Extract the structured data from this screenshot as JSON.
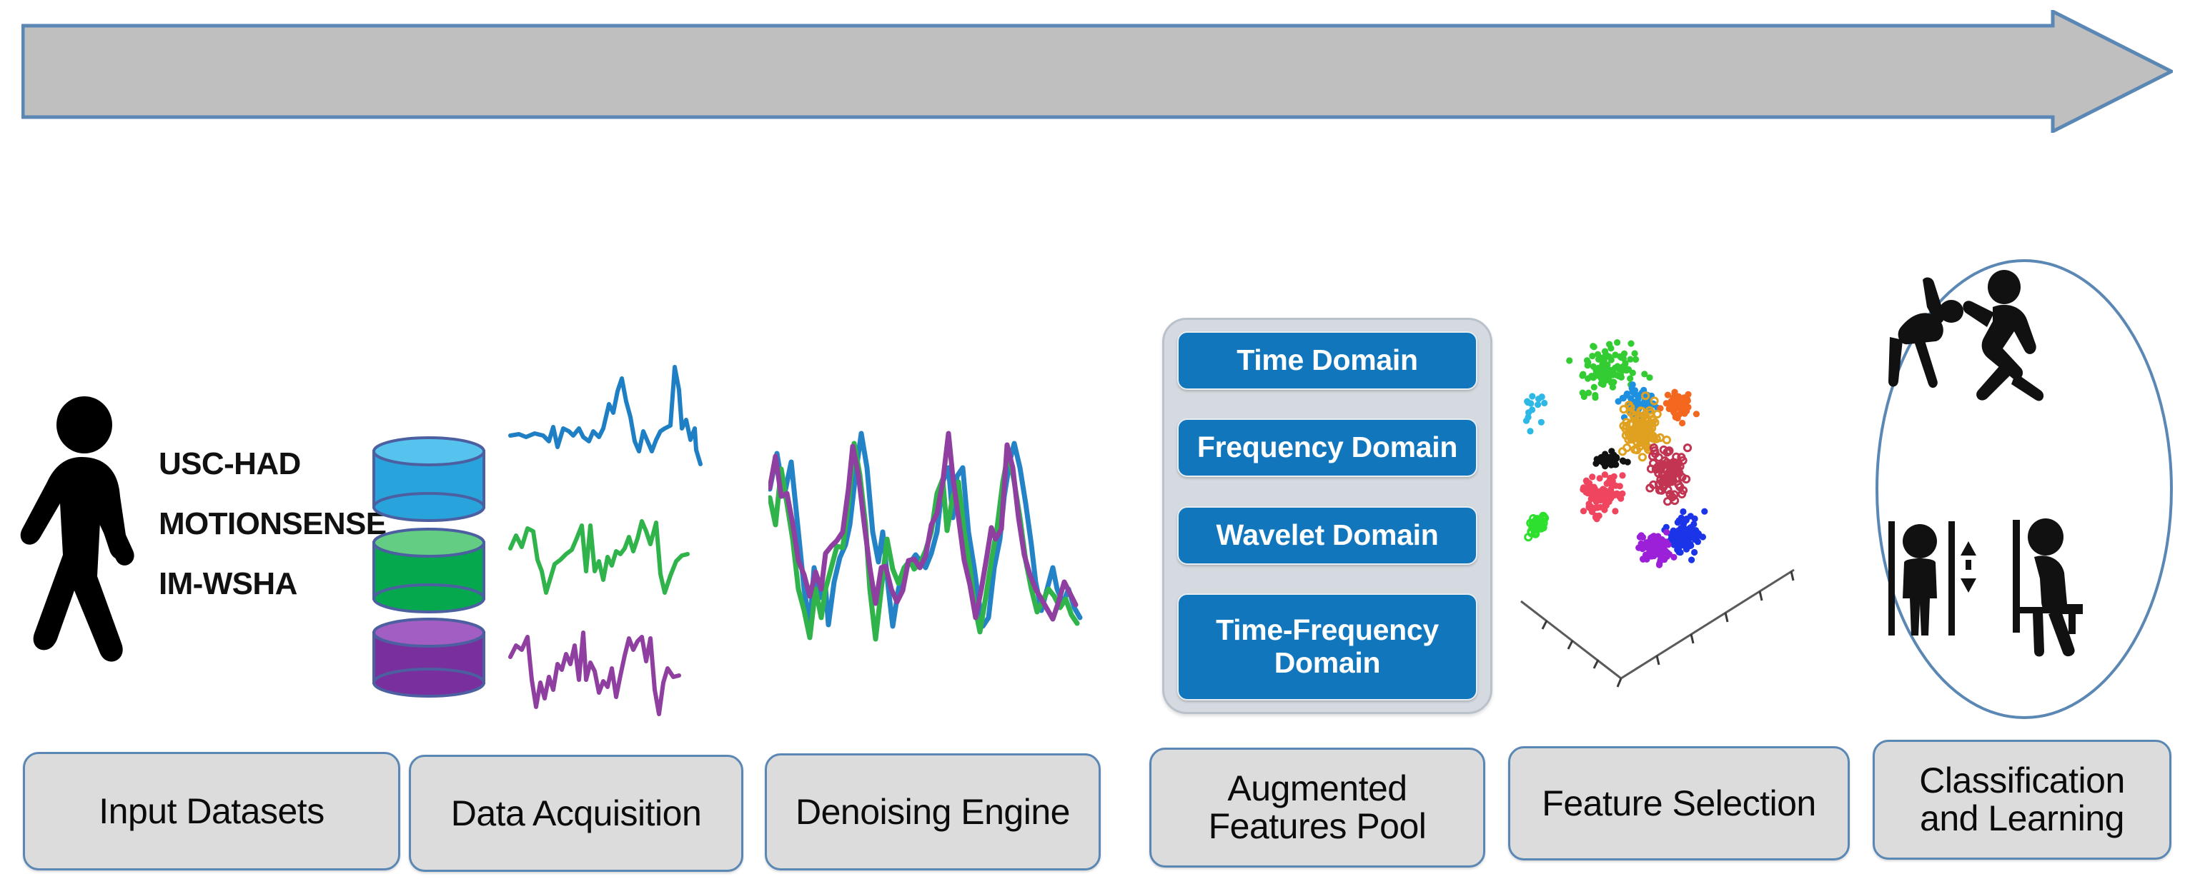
{
  "diagram": {
    "title_flow_arrow": "pipeline-flow-arrow",
    "arrow_fill": "#bfbfbf",
    "arrow_border": "#5b87b4"
  },
  "stages": [
    {
      "id": "input-datasets",
      "caption": "Input Datasets"
    },
    {
      "id": "data-acquisition",
      "caption": "Data Acquisition"
    },
    {
      "id": "denoising-engine",
      "caption": "Denoising Engine"
    },
    {
      "id": "augmented-features",
      "caption_line1": "Augmented",
      "caption_line2": "Features Pool"
    },
    {
      "id": "feature-selection",
      "caption": "Feature Selection"
    },
    {
      "id": "classification",
      "caption_line1": "Classification",
      "caption_line2": "and Learning"
    }
  ],
  "input_datasets": {
    "person_icon": "walking-person-icon",
    "datasets": [
      "USC-HAD",
      "MOTIONSENSE",
      "IM-WSHA"
    ]
  },
  "data_acquisition": {
    "databases": [
      {
        "name": "database-cylinder-blue",
        "color": "#29a3dc",
        "top_color": "#56c3ef"
      },
      {
        "name": "database-cylinder-green",
        "color": "#06a84e",
        "top_color": "#63cd83"
      },
      {
        "name": "database-cylinder-purple",
        "color": "#7a2f9e",
        "top_color": "#a25ec2"
      }
    ],
    "signals": [
      {
        "name": "raw-signal-blue",
        "color": "#1f7fc4"
      },
      {
        "name": "raw-signal-green",
        "color": "#2fb34a"
      },
      {
        "name": "raw-signal-purple",
        "color": "#8e3fa0"
      }
    ]
  },
  "denoising_engine": {
    "signals": [
      {
        "name": "denoised-signal-blue",
        "color": "#2383c6"
      },
      {
        "name": "denoised-signal-green",
        "color": "#2fb34a"
      },
      {
        "name": "denoised-signal-purple",
        "color": "#8e3fa0"
      }
    ]
  },
  "augmented_features_pool": {
    "chips": [
      {
        "label": "Time Domain",
        "lines": 1
      },
      {
        "label": "Frequency Domain",
        "lines": 1
      },
      {
        "label": "Wavelet Domain",
        "lines": 1
      },
      {
        "label": "Time-Frequency Domain",
        "lines": 2,
        "line1": "Time-Frequency",
        "line2": "Domain"
      }
    ],
    "chip_color": "#1276bc",
    "container_color": "#d4dae0"
  },
  "chart_data": {
    "type": "scatter",
    "title": "",
    "xlabel": "",
    "ylabel": "",
    "zlabel": "",
    "projection": "3d",
    "grid": false,
    "legend": "none",
    "axis_ticks": {
      "left_axis_ticks": 4,
      "right_axis_ticks": 4
    },
    "clusters": [
      {
        "name": "green-bright",
        "color": "#33cc33",
        "n": 95,
        "cx": 0.3,
        "cy": 0.21,
        "rx": 0.13,
        "ry": 0.08,
        "filled": true
      },
      {
        "name": "cyan-sparse",
        "color": "#2eb8e6",
        "n": 14,
        "cx": 0.07,
        "cy": 0.29,
        "rx": 0.06,
        "ry": 0.07,
        "filled": true
      },
      {
        "name": "blue-light",
        "color": "#1f8fe0",
        "n": 55,
        "cx": 0.4,
        "cy": 0.28,
        "rx": 0.07,
        "ry": 0.05,
        "filled": true
      },
      {
        "name": "orange",
        "color": "#f4671f",
        "n": 46,
        "cx": 0.52,
        "cy": 0.29,
        "rx": 0.06,
        "ry": 0.05,
        "filled": true
      },
      {
        "name": "gold-ring",
        "color": "#e0a020",
        "n": 95,
        "cx": 0.4,
        "cy": 0.34,
        "rx": 0.09,
        "ry": 0.07,
        "filled": false
      },
      {
        "name": "black",
        "color": "#111111",
        "n": 40,
        "cx": 0.31,
        "cy": 0.41,
        "rx": 0.06,
        "ry": 0.02,
        "filled": true
      },
      {
        "name": "crimson-ring",
        "color": "#c23552",
        "n": 88,
        "cx": 0.49,
        "cy": 0.44,
        "rx": 0.07,
        "ry": 0.08,
        "filled": false
      },
      {
        "name": "pink-red",
        "color": "#f0455f",
        "n": 92,
        "cx": 0.28,
        "cy": 0.49,
        "rx": 0.08,
        "ry": 0.07,
        "filled": true
      },
      {
        "name": "green-ring",
        "color": "#2ee02e",
        "n": 30,
        "cx": 0.08,
        "cy": 0.56,
        "rx": 0.04,
        "ry": 0.04,
        "filled": false
      },
      {
        "name": "blue-dark",
        "color": "#1c34e8",
        "n": 90,
        "cx": 0.54,
        "cy": 0.58,
        "rx": 0.08,
        "ry": 0.06,
        "filled": true
      },
      {
        "name": "purple-violet",
        "color": "#9b20d8",
        "n": 70,
        "cx": 0.45,
        "cy": 0.61,
        "rx": 0.07,
        "ry": 0.05,
        "filled": true
      }
    ]
  },
  "classification": {
    "circle_border": "#5b87b4",
    "activities": [
      {
        "name": "bending-person-icon"
      },
      {
        "name": "running-person-icon"
      },
      {
        "name": "standing-elevator-icon"
      },
      {
        "name": "sitting-person-icon"
      }
    ]
  }
}
